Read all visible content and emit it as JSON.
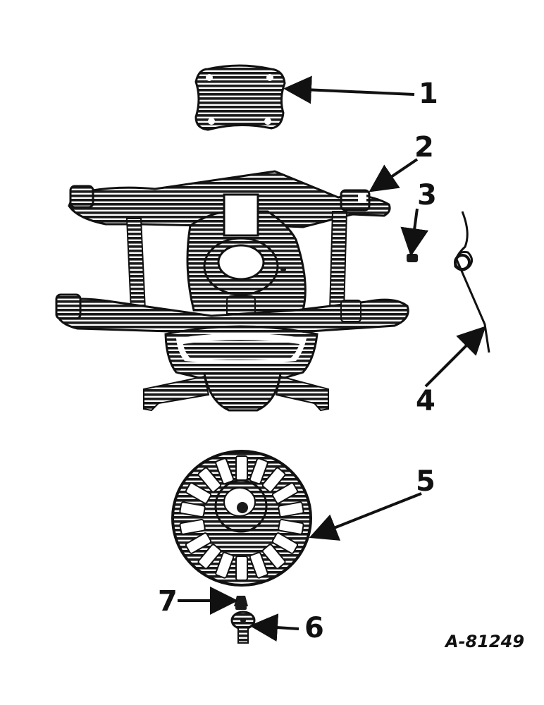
{
  "callouts": [
    {
      "id": "1",
      "label": "1"
    },
    {
      "id": "2",
      "label": "2"
    },
    {
      "id": "3",
      "label": "3"
    },
    {
      "id": "4",
      "label": "4"
    },
    {
      "id": "5",
      "label": "5"
    },
    {
      "id": "6",
      "label": "6"
    },
    {
      "id": "7",
      "label": "7"
    }
  ],
  "figure_id": "A-81249",
  "colors": {
    "ink": "#1a1a1a",
    "background": "#ffffff"
  }
}
